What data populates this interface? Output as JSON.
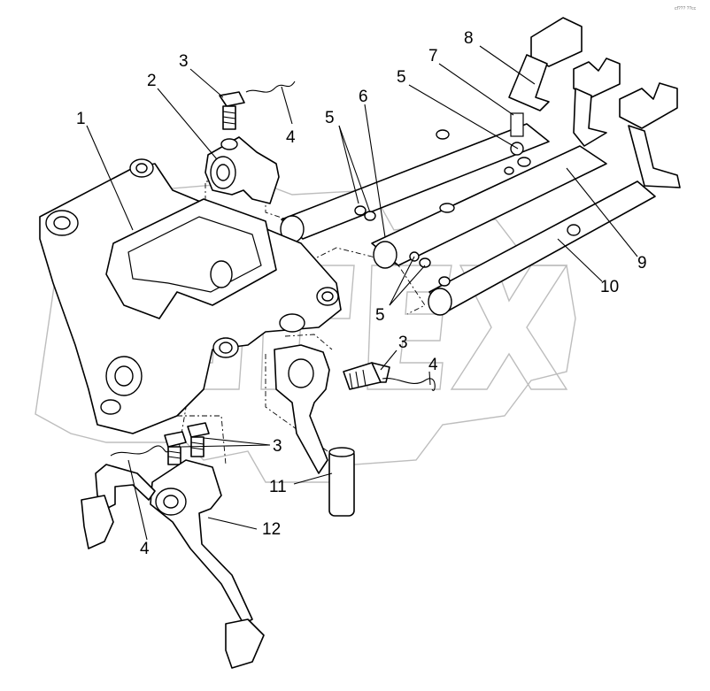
{
  "diagram": {
    "corner_code": "cf??? ??cc",
    "watermark_text": "OPEX",
    "callouts": [
      {
        "id": "c1",
        "text": "1"
      },
      {
        "id": "c2",
        "text": "2"
      },
      {
        "id": "c3a",
        "text": "3"
      },
      {
        "id": "c4a",
        "text": "4"
      },
      {
        "id": "c5a",
        "text": "5"
      },
      {
        "id": "c6",
        "text": "6"
      },
      {
        "id": "c5b",
        "text": "5"
      },
      {
        "id": "c7",
        "text": "7"
      },
      {
        "id": "c8",
        "text": "8"
      },
      {
        "id": "c9",
        "text": "9"
      },
      {
        "id": "c10",
        "text": "10"
      },
      {
        "id": "c5c",
        "text": "5"
      },
      {
        "id": "c3b",
        "text": "3"
      },
      {
        "id": "c4b",
        "text": "4"
      },
      {
        "id": "c3c",
        "text": "3"
      },
      {
        "id": "c11",
        "text": "11"
      },
      {
        "id": "c12",
        "text": "12"
      },
      {
        "id": "c4c",
        "text": "4"
      }
    ]
  }
}
